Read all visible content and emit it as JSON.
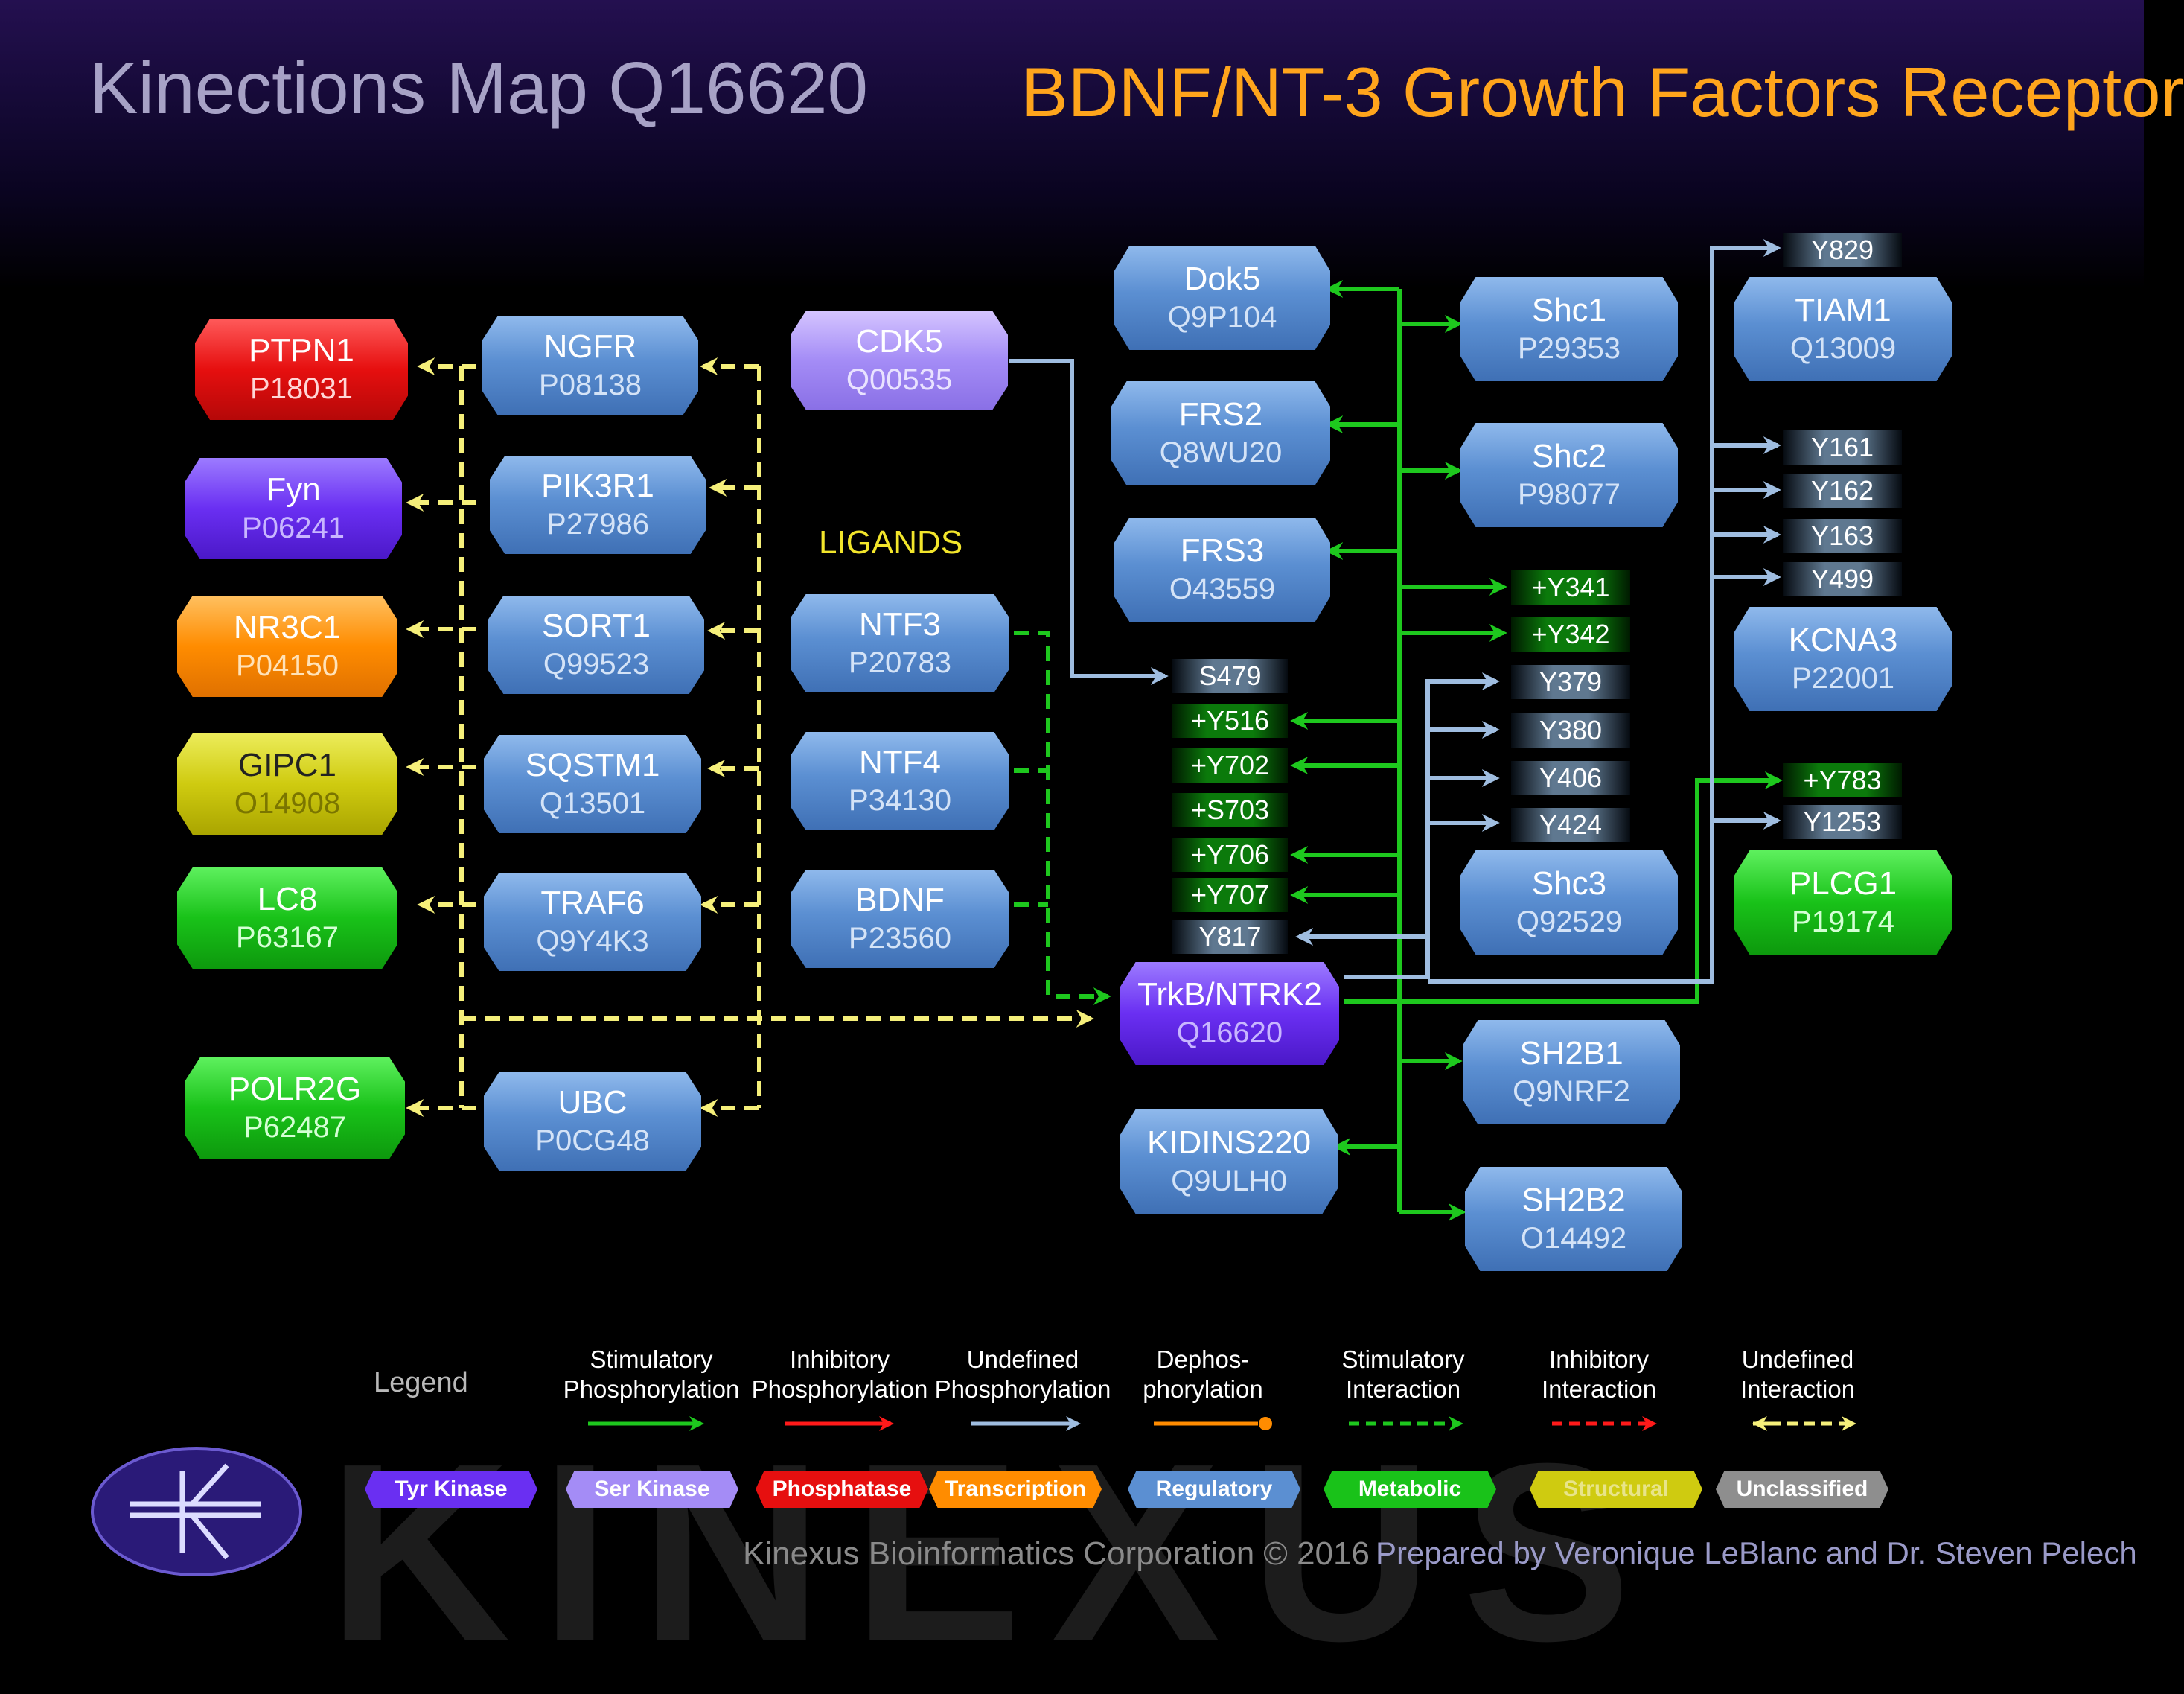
{
  "title": {
    "left": "Kinections Map Q16620",
    "right": "BDNF/NT-3 Growth Factors Receptor"
  },
  "ligands_label": "LIGANDS",
  "nodes": {
    "ptpn1": {
      "name": "PTPN1",
      "id": "P18031",
      "class": "Phosphatase"
    },
    "fyn": {
      "name": "Fyn",
      "id": "P06241",
      "class": "Tyr Kinase"
    },
    "nr3c1": {
      "name": "NR3C1",
      "id": "P04150",
      "class": "Transcription"
    },
    "gipc1": {
      "name": "GIPC1",
      "id": "O14908",
      "class": "Structural"
    },
    "lc8": {
      "name": "LC8",
      "id": "P63167",
      "class": "Metabolic"
    },
    "polr2g": {
      "name": "POLR2G",
      "id": "P62487",
      "class": "Metabolic"
    },
    "ngfr": {
      "name": "NGFR",
      "id": "P08138",
      "class": "Regulatory"
    },
    "pik3r1": {
      "name": "PIK3R1",
      "id": "P27986",
      "class": "Regulatory"
    },
    "sort1": {
      "name": "SORT1",
      "id": "Q99523",
      "class": "Regulatory"
    },
    "sqstm1": {
      "name": "SQSTM1",
      "id": "Q13501",
      "class": "Regulatory"
    },
    "traf6": {
      "name": "TRAF6",
      "id": "Q9Y4K3",
      "class": "Regulatory"
    },
    "ubc": {
      "name": "UBC",
      "id": "P0CG48",
      "class": "Regulatory"
    },
    "cdk5": {
      "name": "CDK5",
      "id": "Q00535",
      "class": "Ser Kinase"
    },
    "ntf3": {
      "name": "NTF3",
      "id": "P20783",
      "class": "Regulatory"
    },
    "ntf4": {
      "name": "NTF4",
      "id": "P34130",
      "class": "Regulatory"
    },
    "bdnf": {
      "name": "BDNF",
      "id": "P23560",
      "class": "Regulatory"
    },
    "trkb": {
      "name": "TrkB/NTRK2",
      "id": "Q16620",
      "class": "Tyr Kinase"
    },
    "dok5": {
      "name": "Dok5",
      "id": "Q9P104",
      "class": "Regulatory"
    },
    "frs2": {
      "name": "FRS2",
      "id": "Q8WU20",
      "class": "Regulatory"
    },
    "frs3": {
      "name": "FRS3",
      "id": "O43559",
      "class": "Regulatory"
    },
    "kidins220": {
      "name": "KIDINS220",
      "id": "Q9ULH0",
      "class": "Regulatory"
    },
    "shc1": {
      "name": "Shc1",
      "id": "P29353",
      "class": "Regulatory"
    },
    "shc2": {
      "name": "Shc2",
      "id": "P98077",
      "class": "Regulatory"
    },
    "shc3": {
      "name": "Shc3",
      "id": "Q92529",
      "class": "Regulatory"
    },
    "sh2b1": {
      "name": "SH2B1",
      "id": "Q9NRF2",
      "class": "Regulatory"
    },
    "sh2b2": {
      "name": "SH2B2",
      "id": "O14492",
      "class": "Regulatory"
    },
    "tiam1": {
      "name": "TIAM1",
      "id": "Q13009",
      "class": "Regulatory"
    },
    "kcna3": {
      "name": "KCNA3",
      "id": "P22001",
      "class": "Regulatory"
    },
    "plcg1": {
      "name": "PLCG1",
      "id": "P19174",
      "class": "Metabolic"
    }
  },
  "sites": {
    "trkb": [
      "S479",
      "+Y516",
      "+Y702",
      "+S703",
      "+Y706",
      "+Y707",
      "Y817"
    ],
    "shc_targets": [
      "+Y341",
      "+Y342",
      "Y379",
      "Y380",
      "Y406",
      "Y424"
    ],
    "tiam1": [
      "Y829"
    ],
    "kcna3": [
      "Y161",
      "Y162",
      "Y163",
      "Y499"
    ],
    "plcg1": [
      "+Y783",
      "Y1253"
    ]
  },
  "legend": {
    "title": "Legend",
    "arrows": [
      {
        "label": "Stimulatory Phosphorylation",
        "color": "#1ec81e"
      },
      {
        "label": "Inhibitory Phosphorylation",
        "color": "#ff1a1a"
      },
      {
        "label": "Undefined Phosphorylation",
        "color": "#9fbde0"
      },
      {
        "label": "Dephos-phorylation",
        "color": "#ff8c00"
      },
      {
        "label": "Stimulatory Interaction",
        "color": "#1ec81e"
      },
      {
        "label": "Inhibitory Interaction",
        "color": "#ff1a1a"
      },
      {
        "label": "Undefined Interaction",
        "color": "#f5ef7a"
      }
    ],
    "classes": [
      {
        "label": "Tyr Kinase",
        "color": "#6a2ff2"
      },
      {
        "label": "Ser Kinase",
        "color": "#a48cf6"
      },
      {
        "label": "Phosphatase",
        "color": "#e60f0f"
      },
      {
        "label": "Transcription",
        "color": "#ff8c00"
      },
      {
        "label": "Regulatory",
        "color": "#5b8fd2"
      },
      {
        "label": "Metabolic",
        "color": "#19c219"
      },
      {
        "label": "Structural",
        "color": "#cfcb10"
      },
      {
        "label": "Unclassified",
        "color": "#8e8e8e"
      }
    ]
  },
  "watermark": "KINEXUS",
  "footer": {
    "left": "Kinexus Bioinformatics Corporation © 2016",
    "right": "Prepared by Veronique LeBlanc and Dr. Steven Pelech"
  }
}
